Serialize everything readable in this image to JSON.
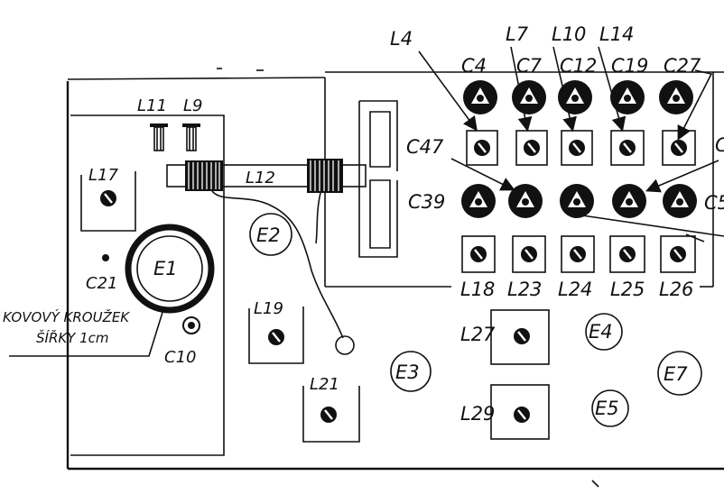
{
  "labels": {
    "l4": "L4",
    "l7": "L7",
    "l10": "L10",
    "l14": "L14",
    "c4": "C4",
    "c7": "C7",
    "c12": "C12",
    "c19": "C19",
    "c27": "C27",
    "c47": "C47",
    "c39": "C39",
    "c_right_top": "C",
    "c5_right": "C5",
    "l11": "L11",
    "l9": "L9",
    "l12": "L12",
    "l17": "L17",
    "e1": "E1",
    "e2": "E2",
    "e3": "E3",
    "e4": "E4",
    "e5": "E5",
    "e7": "E7",
    "c21": "C21",
    "c10": "C10",
    "l18": "L18",
    "l23": "L23",
    "l24": "L24",
    "l25": "L25",
    "l26": "L26",
    "l19": "L19",
    "l21": "L21",
    "l27": "L27",
    "l29": "L29",
    "note_line1": "KOVOVÝ KROUŽEK",
    "note_line2": "ŠÍŘKY 1cm"
  }
}
